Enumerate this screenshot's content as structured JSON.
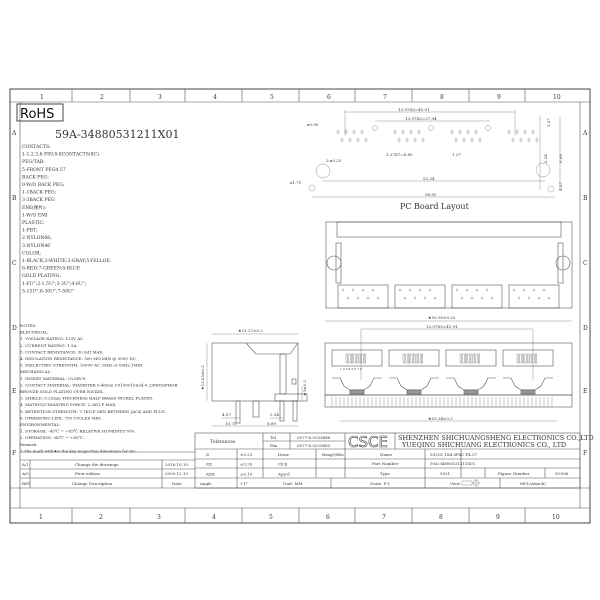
{
  "frame": {
    "columns": [
      "1",
      "2",
      "3",
      "4",
      "5",
      "6",
      "7",
      "8",
      "9",
      "10"
    ],
    "rows": [
      "A",
      "B",
      "C",
      "D",
      "E",
      "F"
    ]
  },
  "rohs": "RoHS",
  "part_code": "59A-34880531211X01",
  "legend": [
    "CONTACTS:",
    "1-1,2,3,6 PIN;8-8CONTACTS(8C)",
    "PEG/TAB:",
    "5-FRONT PEG4.57",
    "BACK PEG:",
    "0-W/O BACK PEG;",
    "1-1BACK PEG;",
    "3-3BACK PEG",
    "EMI(弹片):",
    "1-W/O EMI",
    "PLASTIC:",
    "1-PBT;",
    "2-NYLON66;",
    "3-NYLON46",
    "COLOR:",
    "1-BLACK;2-WHITE;3-GRAY;5-YELLOE;",
    "6-RED;7-GREEN;8-BLUE",
    "GOLD PLATING:",
    "1-FU\";2-1.5U\";3-3U\";4-6U\";",
    "5-15U\";6-30U\";7-50U\""
  ],
  "notes": [
    "NOTES:",
    "ELECTRICAL:",
    "1. VOLTAGE RATING: 125V AC.",
    "2. CURRENT RATING: 1.5A.",
    "3. CONTACT RESISTANCE: 30 mΩ MAX.",
    "4. INSULATION RESISTANCE: 500 MΩ MIN @ 500V DC.",
    "5. DIELECTRIC STRENGTH: 1000V AC 50Hz or 60Hz,1MIN.",
    "MECHANICAL:",
    "1. INSERT MATERIAL: UL94V-0.",
    "2. CONTACT MATERIAL: DIAMETER 0.46mm C5100010Sn4-0.2)PHOSPHOR",
    "                    BRONZE GOLD PLATING OVER NICKEL.",
    "3. SHIELD: 0.25mm THICKNESS HALF BRASS NICKEL PLATED.",
    "4. MATING/UNMATING FORCE: 2.2KG.F MAX.",
    "5. RETENTION STRENGTH: 7.7KG.F MIN BETWEEN JACK AND PLUG.",
    "6. OPERATING LIFE: 750 CYCLES MIN.",
    "ENVIRONMENTAL:",
    "1. STORAGE: -45℃ ~ +85℃ RELATIVE HUMIDITY:70%.",
    "2. OPERATION: -40℃ ~ +85℃.",
    "Remark:",
    "1.The mark with★is the key inspection dimension for QC."
  ],
  "revisions": [
    {
      "rev": "A/1",
      "desc": "Change the drawings",
      "date": "2016.10.10"
    },
    {
      "rev": "A/0",
      "desc": "First edition",
      "date": "2009.12.19"
    }
  ],
  "revision_header": {
    "rev": "REV",
    "desc": "Change Description",
    "date": "Date"
  },
  "pcb": {
    "title": "PC Board Layout",
    "dims": [
      "13.97X3=41.91",
      "13.97X2=27.94",
      "ø0.90",
      "2-ø3.25",
      "1.27X7=8.89",
      "1.27",
      "53.34",
      "58.83",
      "ø1.71",
      "1.27",
      "2.54",
      "8.89",
      "4.57"
    ]
  },
  "side_view": {
    "dims": [
      "★21.27±0.2",
      "★13.65±0.2",
      "★3±0.3",
      "4.57",
      "2.54",
      "10.75",
      "8.89"
    ]
  },
  "front_view": {
    "dims": [
      "★59.95±0.25",
      "13.97X3=41.91",
      "1 2 3 4 5 6 7 8",
      "★53.34±0.2"
    ]
  },
  "title_block": {
    "tolerances_label": "Tolerances",
    "tel_label": "Tel",
    "tel": "0577-6.5253486",
    "fax_label": "Fax",
    "fax": "0577-6.5325483",
    "logo": "CSCE",
    "company1": "SHENZHEN SHICHUANGSHENG ELECTRONICS CO.,LTD",
    "company2": "YUEQING SHICHUANG ELECTRONICS CO., LTD",
    "tol_rows": [
      {
        "k": ".X",
        "v": "±0.25",
        "role": "Draw",
        "who": "RongQiWu"
      },
      {
        "k": ".XX",
        "v": "±0.20",
        "role": "Ch'k",
        "who": ""
      },
      {
        "k": ".XXX",
        "v": "±0.10",
        "role": "App'd",
        "who": ""
      }
    ],
    "angle_label": "Angle",
    "angle": "+1°",
    "name_label": "Name",
    "name": "5921S 1X4 8P8C F4.57",
    "part_label": "Part Number",
    "part": "59A-34880531211X01",
    "type_label": "Type",
    "type": "5921",
    "figure_label": "Figure Number",
    "figure": "SC906",
    "unit": "Unit: MM",
    "scale": "Scale: F:1",
    "view": "View:",
    "material": "Mt'l:(Attach)"
  }
}
